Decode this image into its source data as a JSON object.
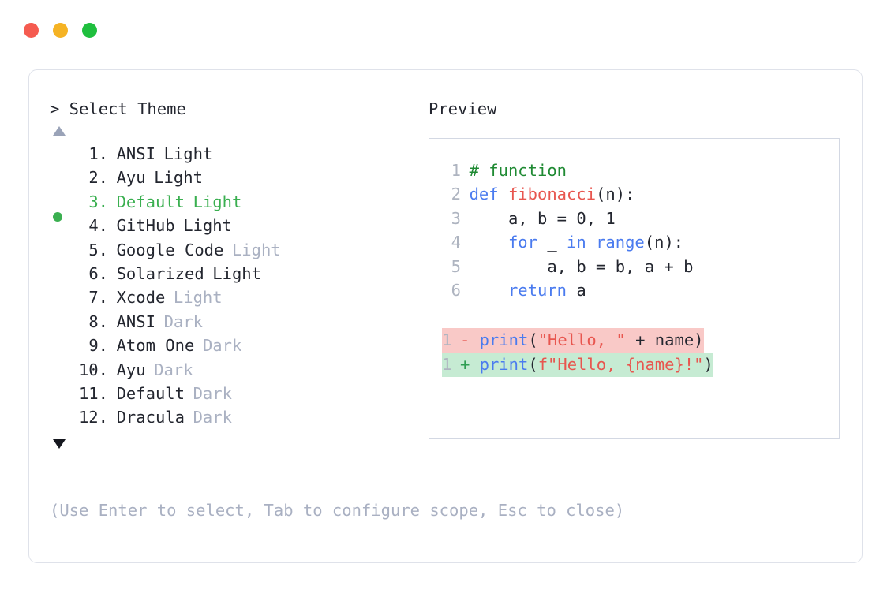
{
  "window": {
    "traffic_lights": [
      {
        "name": "close",
        "color": "#f55b50"
      },
      {
        "name": "minimize",
        "color": "#f5b324"
      },
      {
        "name": "maximize",
        "color": "#1fbf3e"
      }
    ]
  },
  "left": {
    "prompt": "> Select Theme",
    "scroll_up_icon": "triangle-up-icon",
    "scroll_down_icon": "triangle-down-icon",
    "selected_index": 3,
    "themes": [
      {
        "index": "1.",
        "name": "ANSI",
        "variant": "Light",
        "variant_muted": false,
        "selected": false
      },
      {
        "index": "2.",
        "name": "Ayu",
        "variant": "Light",
        "variant_muted": false,
        "selected": false
      },
      {
        "index": "3.",
        "name": "Default",
        "variant": "Light",
        "variant_muted": false,
        "selected": true
      },
      {
        "index": "4.",
        "name": "GitHub",
        "variant": "Light",
        "variant_muted": false,
        "selected": false
      },
      {
        "index": "5.",
        "name": "Google Code",
        "variant": "Light",
        "variant_muted": true,
        "selected": false
      },
      {
        "index": "6.",
        "name": "Solarized",
        "variant": "Light",
        "variant_muted": false,
        "selected": false
      },
      {
        "index": "7.",
        "name": "Xcode",
        "variant": "Light",
        "variant_muted": true,
        "selected": false
      },
      {
        "index": "8.",
        "name": "ANSI",
        "variant": "Dark",
        "variant_muted": true,
        "selected": false
      },
      {
        "index": "9.",
        "name": "Atom One",
        "variant": "Dark",
        "variant_muted": true,
        "selected": false
      },
      {
        "index": "10.",
        "name": "Ayu",
        "variant": "Dark",
        "variant_muted": true,
        "selected": false
      },
      {
        "index": "11.",
        "name": "Default",
        "variant": "Dark",
        "variant_muted": true,
        "selected": false
      },
      {
        "index": "12.",
        "name": "Dracula",
        "variant": "Dark",
        "variant_muted": true,
        "selected": false
      }
    ]
  },
  "right": {
    "preview_label": "Preview",
    "code_lines": [
      {
        "no": "1",
        "tokens": [
          {
            "t": "# function",
            "c": "tok-comment"
          }
        ]
      },
      {
        "no": "2",
        "tokens": [
          {
            "t": "def ",
            "c": "tok-kw"
          },
          {
            "t": "fibonacci",
            "c": "tok-fn"
          },
          {
            "t": "(n):",
            "c": "tok-plain"
          }
        ]
      },
      {
        "no": "3",
        "tokens": [
          {
            "t": "    a, b = ",
            "c": "tok-plain"
          },
          {
            "t": "0",
            "c": "tok-num"
          },
          {
            "t": ", ",
            "c": "tok-plain"
          },
          {
            "t": "1",
            "c": "tok-num"
          }
        ]
      },
      {
        "no": "4",
        "tokens": [
          {
            "t": "    ",
            "c": "tok-plain"
          },
          {
            "t": "for",
            "c": "tok-kw"
          },
          {
            "t": " _ ",
            "c": "tok-plain"
          },
          {
            "t": "in",
            "c": "tok-kw"
          },
          {
            "t": " ",
            "c": "tok-plain"
          },
          {
            "t": "range",
            "c": "tok-kw"
          },
          {
            "t": "(n):",
            "c": "tok-plain"
          }
        ]
      },
      {
        "no": "5",
        "tokens": [
          {
            "t": "        a, b = b, a + b",
            "c": "tok-plain"
          }
        ]
      },
      {
        "no": "6",
        "tokens": [
          {
            "t": "    ",
            "c": "tok-plain"
          },
          {
            "t": "return",
            "c": "tok-kw"
          },
          {
            "t": " a",
            "c": "tok-plain"
          }
        ]
      }
    ],
    "diff_lines": [
      {
        "no": "1",
        "sign": "-",
        "kind": "del",
        "tokens": [
          {
            "t": "print",
            "c": "tok-kw"
          },
          {
            "t": "(",
            "c": "tok-plain"
          },
          {
            "t": "\"Hello, \"",
            "c": "tok-str"
          },
          {
            "t": " + name)",
            "c": "tok-plain"
          }
        ]
      },
      {
        "no": "1",
        "sign": "+",
        "kind": "add",
        "tokens": [
          {
            "t": "print",
            "c": "tok-kw"
          },
          {
            "t": "(",
            "c": "tok-plain"
          },
          {
            "t": "f\"Hello, {name}!\"",
            "c": "tok-str"
          },
          {
            "t": ")",
            "c": "tok-plain"
          }
        ]
      }
    ]
  },
  "footer": {
    "hint": "(Use Enter to select, Tab to configure scope, Esc to close)"
  }
}
